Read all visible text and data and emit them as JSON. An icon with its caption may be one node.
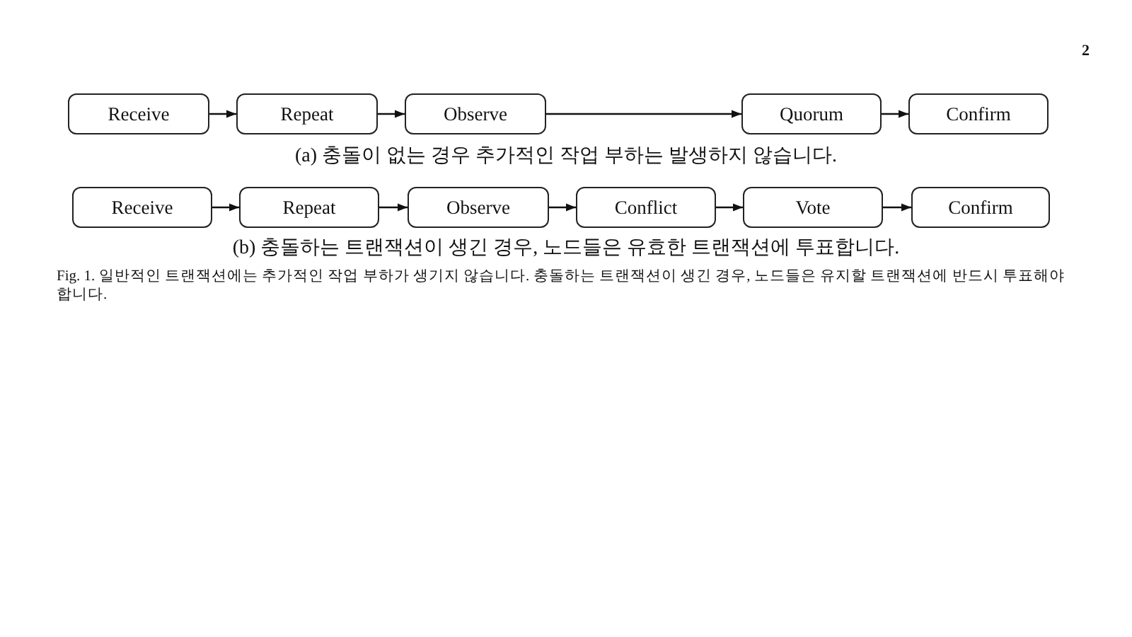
{
  "diagram": {
    "caption": "Fig. 1. 일반적인 트랜잭션에는 추가적인 작업 부하가 생기지 않습니다. 충돌하는 트랜잭션이 생긴 경우, 노드들은 유지할 트랜잭션에 반드시 투표해야 합니다.",
    "nodes": [
      {
        "text": [
          "Receive"
        ]
      },
      {
        "text": [
          "Repeat"
        ]
      },
      {
        "text": [
          "Observe"
        ]
      },
      {
        "text": [
          "Quorum"
        ]
      },
      {
        "text": [
          "Confirm"
        ]
      },
      {
        "text": [
          "Receive"
        ]
      },
      {
        "text": [
          "Repeat"
        ]
      },
      {
        "text": [
          "Observe"
        ]
      },
      {
        "text": [
          "Conflict"
        ]
      },
      {
        "text": [
          "Vote"
        ]
      },
      {
        "text": [
          "Confirm"
        ]
      }
    ],
    "edges": [
      {
        "from": 0,
        "to": 1,
        "arrow": "to"
      },
      {
        "from": 1,
        "to": 2,
        "arrow": "to"
      },
      {
        "from": 2,
        "to": 3,
        "arrow": "to"
      },
      {
        "from": 3,
        "to": 4,
        "arrow": "to"
      },
      {
        "from": 5,
        "to": 6,
        "arrow": "to"
      },
      {
        "from": 6,
        "to": 7,
        "arrow": "to"
      },
      {
        "from": 7,
        "to": 8,
        "arrow": "to"
      },
      {
        "from": 8,
        "to": 9,
        "arrow": "to"
      },
      {
        "from": 9,
        "to": 10,
        "arrow": "to"
      }
    ],
    "labels": [
      "2",
      "(a) 충돌이 없는 경우 추가적인 작업 부하는 발생하지 않습니다.",
      "(b) 충돌하는 트랜잭션이 생긴 경우, 노드들은 유효한 트랜잭션에 투표합니다."
    ]
  }
}
